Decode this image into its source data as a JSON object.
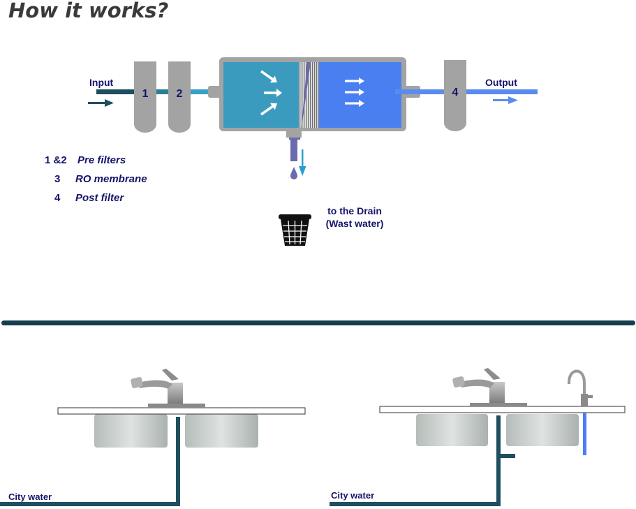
{
  "title": "How it works?",
  "labels": {
    "input": "Input",
    "output": "Output",
    "drain_line1": "to the Drain",
    "drain_line2": "(Wast water)",
    "city_water_left": "City water",
    "city_water_right": "City water"
  },
  "stages": {
    "s1": "1",
    "s2": "2",
    "s4": "4"
  },
  "legend": [
    {
      "num": "1 &2",
      "text": "Pre filters"
    },
    {
      "num": "3",
      "text": "RO membrane"
    },
    {
      "num": "4",
      "text": "Post  filter"
    }
  ],
  "colors": {
    "input_pipe": "#1f4f5f",
    "feed_water": "#3a9bbf",
    "permeate": "#4a7ff2",
    "output_pipe": "#5a8cf0",
    "filter_housing": "#a3a3a3",
    "drain_pipe": "#6a6aae",
    "divider": "#143e4e",
    "text": "#14146b"
  },
  "icons": [
    "arrow-right-icon",
    "water-drop-icon",
    "arrow-down-icon",
    "trash-basket-icon",
    "faucet-icon",
    "ro-faucet-icon"
  ]
}
